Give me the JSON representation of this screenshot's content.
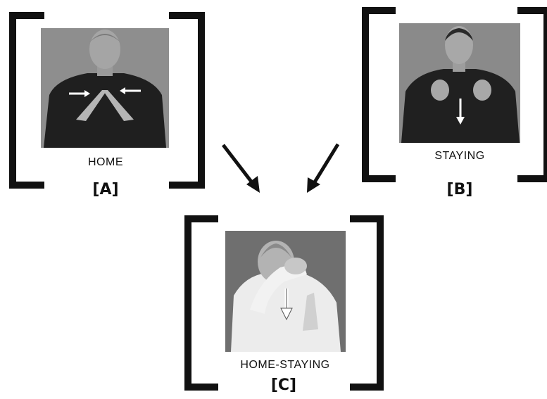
{
  "panels": {
    "a": {
      "caption": "HOME",
      "tag": "[A]"
    },
    "b": {
      "caption": "STAYING",
      "tag": "[B]"
    },
    "c": {
      "caption": "HOME-STAYING",
      "tag": "[C]"
    }
  },
  "colors": {
    "ink": "#111111",
    "photo_bg": "#8c8c8c"
  }
}
